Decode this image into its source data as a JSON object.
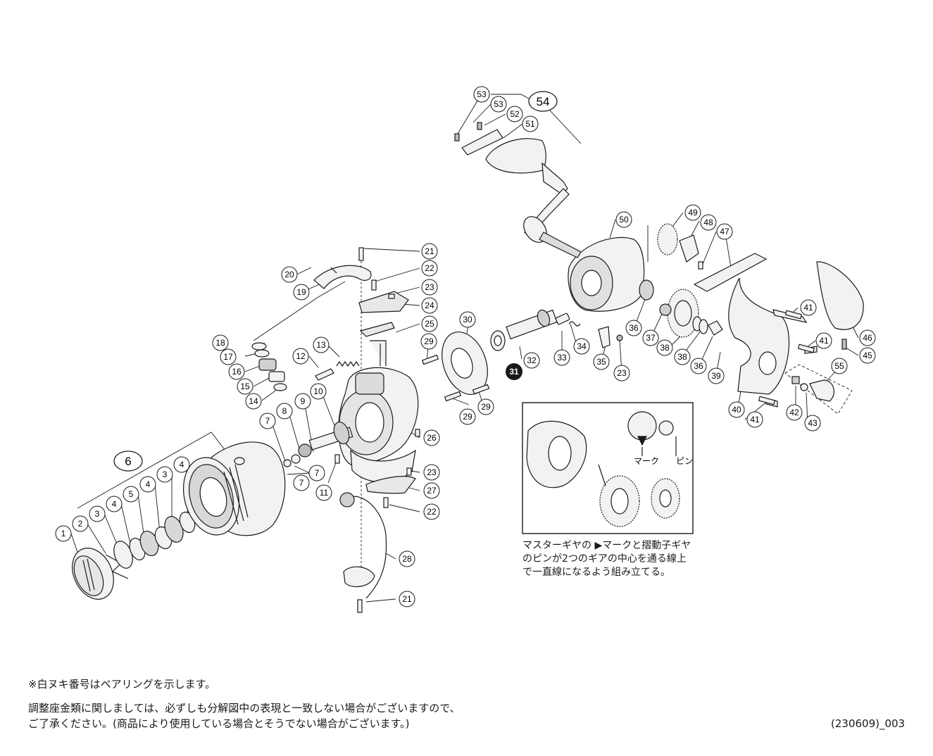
{
  "callouts": [
    {
      "id": "c1",
      "text": "1"
    },
    {
      "id": "c2",
      "text": "2"
    },
    {
      "id": "c3a",
      "text": "3"
    },
    {
      "id": "c4a",
      "text": "4"
    },
    {
      "id": "c5",
      "text": "5"
    },
    {
      "id": "c4b",
      "text": "4"
    },
    {
      "id": "c3b",
      "text": "3"
    },
    {
      "id": "c4c",
      "text": "4"
    },
    {
      "id": "c7a",
      "text": "7"
    },
    {
      "id": "c8",
      "text": "8"
    },
    {
      "id": "c9",
      "text": "9"
    },
    {
      "id": "c10",
      "text": "10"
    },
    {
      "id": "c7b",
      "text": "7"
    },
    {
      "id": "c7c",
      "text": "7"
    },
    {
      "id": "c11",
      "text": "11"
    },
    {
      "id": "c12",
      "text": "12"
    },
    {
      "id": "c13",
      "text": "13"
    },
    {
      "id": "c14",
      "text": "14"
    },
    {
      "id": "c15",
      "text": "15"
    },
    {
      "id": "c16",
      "text": "16"
    },
    {
      "id": "c17",
      "text": "17"
    },
    {
      "id": "c18",
      "text": "18"
    },
    {
      "id": "c19",
      "text": "19"
    },
    {
      "id": "c20",
      "text": "20"
    },
    {
      "id": "c21a",
      "text": "21"
    },
    {
      "id": "c22a",
      "text": "22"
    },
    {
      "id": "c23a",
      "text": "23"
    },
    {
      "id": "c24",
      "text": "24"
    },
    {
      "id": "c25",
      "text": "25"
    },
    {
      "id": "c26",
      "text": "26"
    },
    {
      "id": "c23b",
      "text": "23"
    },
    {
      "id": "c27",
      "text": "27"
    },
    {
      "id": "c22b",
      "text": "22"
    },
    {
      "id": "c28",
      "text": "28"
    },
    {
      "id": "c21b",
      "text": "21"
    },
    {
      "id": "c29a",
      "text": "29"
    },
    {
      "id": "c30",
      "text": "30"
    },
    {
      "id": "c29b",
      "text": "29"
    },
    {
      "id": "c29c",
      "text": "29"
    },
    {
      "id": "c32",
      "text": "32"
    },
    {
      "id": "c33",
      "text": "33"
    },
    {
      "id": "c34",
      "text": "34"
    },
    {
      "id": "c35",
      "text": "35"
    },
    {
      "id": "c23c",
      "text": "23"
    },
    {
      "id": "c36a",
      "text": "36"
    },
    {
      "id": "c37",
      "text": "37"
    },
    {
      "id": "c38a",
      "text": "38"
    },
    {
      "id": "c38b",
      "text": "38"
    },
    {
      "id": "c36b",
      "text": "36"
    },
    {
      "id": "c39",
      "text": "39"
    },
    {
      "id": "c40",
      "text": "40"
    },
    {
      "id": "c41a",
      "text": "41"
    },
    {
      "id": "c41b",
      "text": "41"
    },
    {
      "id": "c41c",
      "text": "41"
    },
    {
      "id": "c42",
      "text": "42"
    },
    {
      "id": "c43",
      "text": "43"
    },
    {
      "id": "c55",
      "text": "55"
    },
    {
      "id": "c46",
      "text": "46"
    },
    {
      "id": "c45",
      "text": "45"
    },
    {
      "id": "c47",
      "text": "47"
    },
    {
      "id": "c48",
      "text": "48"
    },
    {
      "id": "c49",
      "text": "49"
    },
    {
      "id": "c50",
      "text": "50"
    },
    {
      "id": "c51",
      "text": "51"
    },
    {
      "id": "c52",
      "text": "52"
    },
    {
      "id": "c53a",
      "text": "53"
    },
    {
      "id": "c53b",
      "text": "53"
    }
  ],
  "group_labels": {
    "spool_assembly": "6",
    "handle_assembly": "54"
  },
  "bearing_labels": {
    "rotor_bearing": "31"
  },
  "inset": {
    "mark_label": "マーク",
    "pin_label": "ピン",
    "caption_line1": "マスターギヤの ▶マークと摺動子ギヤ",
    "caption_line2": "のピンが2つのギアの中心を通る線上",
    "caption_line3": "で一直線になるよう組み立てる。"
  },
  "footer": {
    "bearing_note": "※白ヌキ番号はベアリングを示します。",
    "shim_note_line1": "調整座金類に関しましては、必ずしも分解図中の表現と一致しない場合がございますので、",
    "shim_note_line2": "ご了承ください。(商品により使用している場合とそうでない場合がございます。)",
    "diagram_code": "(230609)_003"
  },
  "colors": {
    "line": "#1a1a1a",
    "part_fill": "#f2f2f2",
    "part_shade": "#c8c8c8",
    "bearing_fill": "#1a1a1a"
  }
}
